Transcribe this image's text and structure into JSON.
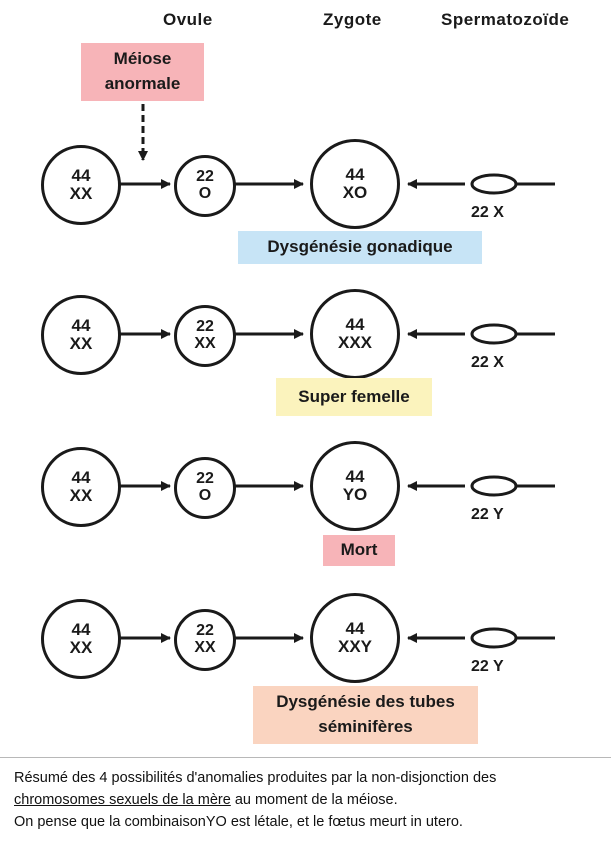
{
  "headers": {
    "ovule": "Ovule",
    "zygote": "Zygote",
    "sperm": "Spermatozoïde"
  },
  "meiosis_box": {
    "line1": "Méiose",
    "line2": "anormale",
    "color": "#f7b4b8"
  },
  "rows": [
    {
      "mother": [
        "44",
        "XX"
      ],
      "ovule": [
        "22",
        "O"
      ],
      "zygote": [
        "44",
        "XO"
      ],
      "sperm": "22 X",
      "outcome": [
        "Dysgénésie gonadique"
      ],
      "outcome_color": "#c7e4f6"
    },
    {
      "mother": [
        "44",
        "XX"
      ],
      "ovule": [
        "22",
        "XX"
      ],
      "zygote": [
        "44",
        "XXX"
      ],
      "sperm": "22 X",
      "outcome": [
        "Super femelle"
      ],
      "outcome_color": "#fbf3bd"
    },
    {
      "mother": [
        "44",
        "XX"
      ],
      "ovule": [
        "22",
        "O"
      ],
      "zygote": [
        "44",
        "YO"
      ],
      "sperm": "22 Y",
      "outcome": [
        "Mort"
      ],
      "outcome_color": "#f7b4b8"
    },
    {
      "mother": [
        "44",
        "XX"
      ],
      "ovule": [
        "22",
        "XX"
      ],
      "zygote": [
        "44",
        "XXY"
      ],
      "sperm": "22 Y",
      "outcome": [
        "Dysgénésie des tubes",
        "séminifères"
      ],
      "outcome_color": "#fad4c0"
    }
  ],
  "caption": {
    "line1": "Résumé des 4 possibilités d'anomalies produites par la non-disjonction des",
    "line2_underlined": "chromosomes sexuels de la mère",
    "line2_rest": " au moment de la méiose.",
    "line3": "On pense que la combinaisonYO est létale, et le fœtus meurt in utero."
  }
}
